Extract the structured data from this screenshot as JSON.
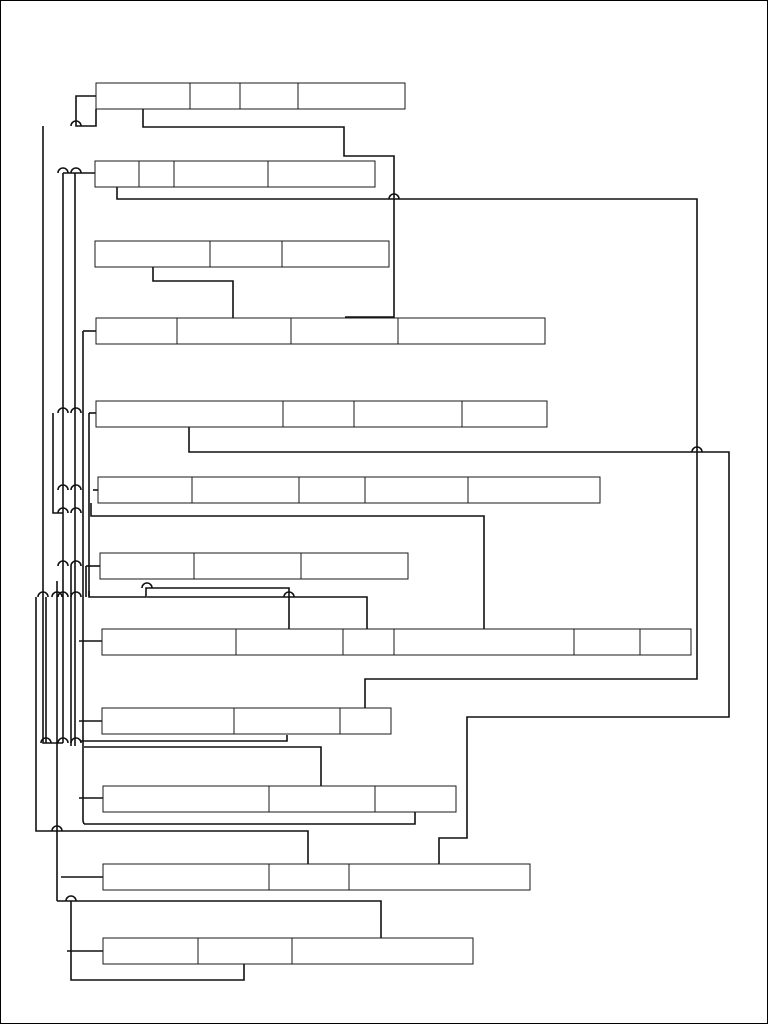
{
  "diagram": {
    "title": "",
    "line_color": "#111111",
    "box_border_color": "#1a1a1a",
    "background_color": "#ffffff",
    "tables": [
      {
        "id": "t1",
        "cells": [
          "",
          "",
          "",
          ""
        ]
      },
      {
        "id": "t2",
        "cells": [
          "",
          "",
          "",
          ""
        ]
      },
      {
        "id": "t3",
        "cells": [
          "",
          "",
          ""
        ]
      },
      {
        "id": "t4",
        "cells": [
          "",
          "",
          "",
          ""
        ]
      },
      {
        "id": "t5",
        "cells": [
          "",
          "",
          "",
          ""
        ]
      },
      {
        "id": "t6",
        "cells": [
          "",
          "",
          "",
          "",
          ""
        ]
      },
      {
        "id": "t7",
        "cells": [
          "",
          "",
          ""
        ]
      },
      {
        "id": "t8",
        "cells": [
          "",
          "",
          "",
          "",
          "",
          ""
        ]
      },
      {
        "id": "t9",
        "cells": [
          "",
          "",
          ""
        ]
      },
      {
        "id": "t10",
        "cells": [
          "",
          "",
          ""
        ]
      },
      {
        "id": "t11",
        "cells": [
          "",
          "",
          ""
        ]
      },
      {
        "id": "t12",
        "cells": [
          "",
          "",
          ""
        ]
      }
    ],
    "connector_count": 22
  }
}
